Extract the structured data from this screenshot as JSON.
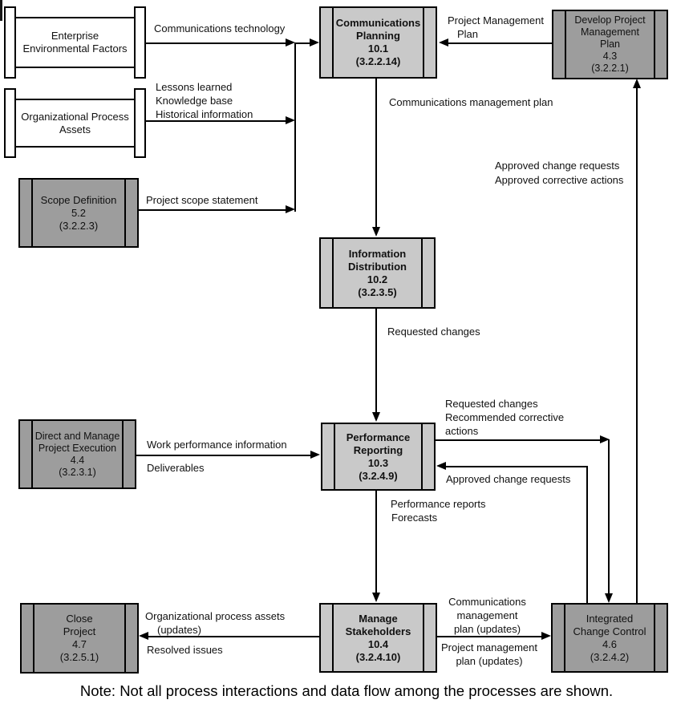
{
  "boxes": {
    "eef": {
      "line1": "Enterprise",
      "line2": "Environmental Factors"
    },
    "opa": {
      "line1": "Organizational Process",
      "line2": "Assets"
    },
    "scope": {
      "line1": "Scope Definition",
      "line2": "5.2",
      "line3": "(3.2.2.3)"
    },
    "cp": {
      "line1": "Communications",
      "line2": "Planning",
      "line3": "10.1",
      "line4": "(3.2.2.14)"
    },
    "dpmp": {
      "line1": "Develop Project",
      "line2": "Management",
      "line3": "Plan",
      "line4": "4.3",
      "line5": "(3.2.2.1)"
    },
    "id": {
      "line1": "Information",
      "line2": "Distribution",
      "line3": "10.2",
      "line4": "(3.2.3.5)"
    },
    "pr": {
      "line1": "Performance",
      "line2": "Reporting",
      "line3": "10.3",
      "line4": "(3.2.4.9)"
    },
    "dmpe": {
      "line1": "Direct and Manage",
      "line2": "Project Execution",
      "line3": "4.4",
      "line4": "(3.2.3.1)"
    },
    "ms": {
      "line1": "Manage",
      "line2": "Stakeholders",
      "line3": "10.4",
      "line4": "(3.2.4.10)"
    },
    "close": {
      "line1": "Close",
      "line2": "Project",
      "line3": "4.7",
      "line4": "(3.2.5.1)"
    },
    "icc": {
      "line1": "Integrated",
      "line2": "Change Control",
      "line3": "4.6",
      "line4": "(3.2.4.2)"
    }
  },
  "labels": {
    "comm_tech": "Communications technology",
    "lessons": "Lessons learned",
    "knowledge": "Knowledge base",
    "historical": "Historical information",
    "scope_stmt": "Project scope statement",
    "pm_plan_1": "Project Management",
    "pm_plan_2": "Plan",
    "comm_mgmt_plan": "Communications management plan",
    "approved_cr_right": "Approved change requests",
    "approved_ca_right": "Approved corrective actions",
    "requested_changes": "Requested changes",
    "req_changes_2": "Requested changes",
    "rec_corrective": "Recommended corrective",
    "actions": "actions",
    "work_perf": "Work performance information",
    "deliverables": "Deliverables",
    "approved_cr_pr": "Approved change requests",
    "perf_reports": "Performance reports",
    "forecasts": "Forecasts",
    "comm_upd_1": "Communications",
    "comm_upd_2": "management",
    "comm_upd_3": "plan (updates)",
    "proj_upd_1": "Project management",
    "proj_upd_2": "plan (updates)",
    "org_assets_1": "Organizational process assets",
    "org_assets_2": "(updates)",
    "resolved_issues": "Resolved issues"
  },
  "note": "Note: Not all process interactions and data flow among the processes are shown.",
  "colors": {
    "light_process_fill": "#c9c9c9",
    "dark_process_fill": "#9d9d9d",
    "line": "#000000",
    "background": "#ffffff"
  }
}
